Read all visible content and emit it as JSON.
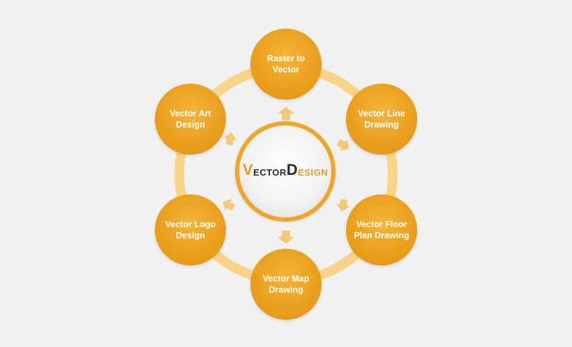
{
  "logo": {
    "part1_initial": "V",
    "part1_rest": "ECTOR",
    "part2_initial": "D",
    "part2_rest": "ESIGN"
  },
  "nodes": [
    {
      "label": "Raster to Vector"
    },
    {
      "label": "Vector Line\nDrawing"
    },
    {
      "label": "Vector Floor\nPlan Drawing"
    },
    {
      "label": "Vector Map\nDrawing"
    },
    {
      "label": "Vector Logo\nDesign"
    },
    {
      "label": "Vector Art\nDesign"
    }
  ],
  "colors": {
    "background": "#f1f1f1",
    "node_orange": "#eaa01e",
    "ring": "#f8d488",
    "arrow": "#f5c878",
    "logo_dark": "#2a2a2a",
    "logo_gold": "#e49a12"
  }
}
